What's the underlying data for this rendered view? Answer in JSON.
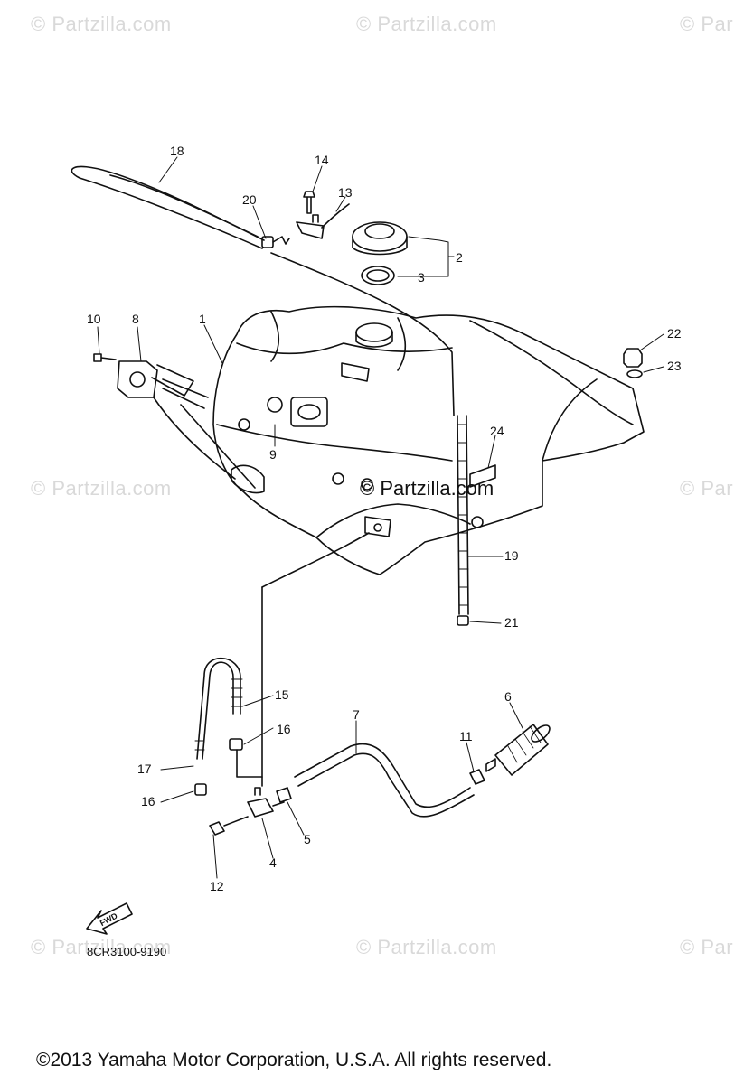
{
  "watermark": "© Partzilla.com",
  "watermark_partial": "© Par",
  "center_watermark": "© Partzilla.com",
  "diagram_code": "8CR3100-9190",
  "fwd_label": "FWD",
  "copyright": "©2013  Yamaha Motor Corporation, U.S.A. All rights reserved.",
  "callouts": {
    "p1": "1",
    "p2": "2",
    "p3": "3",
    "p4": "4",
    "p5": "5",
    "p6": "6",
    "p7": "7",
    "p8": "8",
    "p9": "9",
    "p10": "10",
    "p11": "11",
    "p12": "12",
    "p13": "13",
    "p14": "14",
    "p15": "15",
    "p16a": "16",
    "p16b": "16",
    "p17": "17",
    "p18": "18",
    "p19": "19",
    "p20": "20",
    "p21": "21",
    "p22": "22",
    "p23": "23",
    "p24": "24"
  }
}
